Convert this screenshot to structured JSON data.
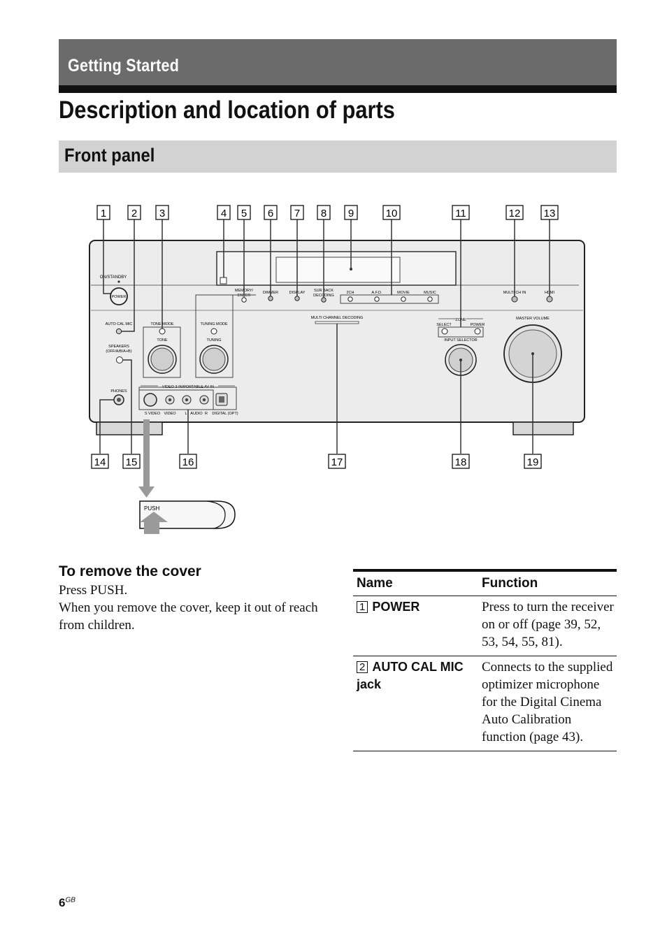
{
  "header": {
    "section": "Getting Started",
    "title": "Description and location of parts",
    "subsection": "Front panel"
  },
  "diagram": {
    "callouts_top": [
      "1",
      "2",
      "3",
      "4",
      "5",
      "6",
      "7",
      "8",
      "9",
      "10",
      "11",
      "12",
      "13"
    ],
    "callouts_bottom": [
      "14",
      "15",
      "16",
      "17",
      "18",
      "19"
    ],
    "panel_labels": {
      "on_standby": "ON/STANDBY",
      "power": "POWER",
      "memory_enter_1": "MEMORY/",
      "memory_enter_2": "ENTER",
      "dimmer": "DIMMER",
      "display": "DISPLAY",
      "sur_back_1": "SUR BACK",
      "sur_back_2": "DECODING",
      "ch2": "2CH",
      "afd": "A.F.D.",
      "movie": "MOVIE",
      "music": "MUSIC",
      "multi_ch_in": "MULTI CH IN",
      "hdmi": "HDMI",
      "auto_cal_mic": "AUTO CAL MIC",
      "tone_mode": "TONE MODE",
      "tone": "TONE",
      "tuning_mode": "TUNING MODE",
      "tuning": "TUNING",
      "speakers_1": "SPEAKERS",
      "speakers_2": "(OFF/A/B/A+B)",
      "phones": "PHONES",
      "video3_in": "VIDEO 3 IN/PORTABLE AV IN",
      "s_video": "S VIDEO",
      "video": "VIDEO",
      "audio_l": "L",
      "audio": "AUDIO",
      "audio_r": "R",
      "digital_opt": "DIGITAL (OPT)",
      "multi_channel_decoding": "MULTI CHANNEL DECODING",
      "zone": "ZONE",
      "select": "SELECT",
      "zone_power": "POWER",
      "input_selector": "INPUT SELECTOR",
      "master_volume": "MASTER VOLUME",
      "push": "PUSH"
    }
  },
  "cover": {
    "heading": "To remove the cover",
    "lines": [
      "Press PUSH.",
      "When you remove the cover, keep it out of reach from children."
    ]
  },
  "table": {
    "headers": [
      "Name",
      "Function"
    ],
    "rows": [
      {
        "num": "1",
        "name": "POWER",
        "function": "Press to turn the receiver on or off (page 39, 52, 53, 54, 55, 81)."
      },
      {
        "num": "2",
        "name": "AUTO CAL MIC jack",
        "function": "Connects to the supplied optimizer microphone for the Digital Cinema Auto Calibration function (page 43)."
      }
    ]
  },
  "footer": {
    "page": "6",
    "suffix": "GB"
  }
}
